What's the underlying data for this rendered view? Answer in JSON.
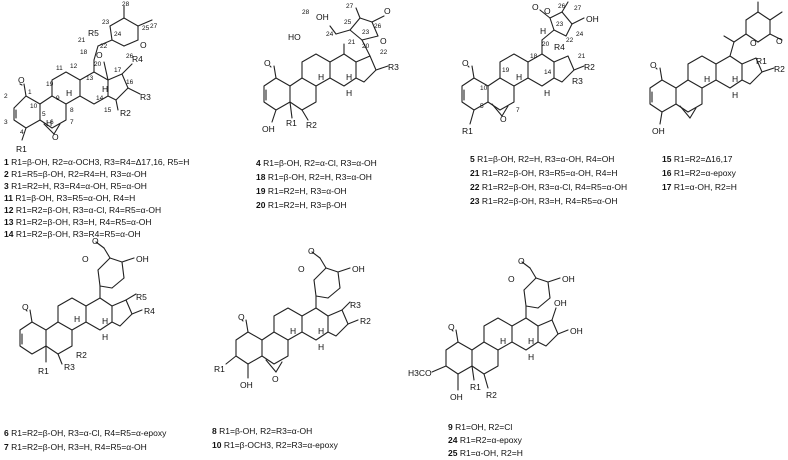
{
  "molecules": [
    {
      "id": "m1",
      "atom_labels": [
        "O",
        "O",
        "O",
        "R5",
        "R4",
        "R3",
        "R2",
        "R1",
        "O",
        "H",
        "H",
        "H"
      ],
      "locants": [
        "28",
        "23",
        "24",
        "25",
        "27",
        "21",
        "22",
        "26",
        "18",
        "20",
        "11",
        "12",
        "17",
        "19",
        "13",
        "16",
        "2",
        "1",
        "9",
        "14",
        "10",
        "8",
        "15",
        "3",
        "5",
        "4",
        "6",
        "7"
      ],
      "captions": [
        {
          "num": "1",
          "text": "R1=β-OH, R2=α-OCH3, R3=R4=Δ17,16, R5=H"
        },
        {
          "num": "2",
          "text": "R1=R5=β-OH, R2=R4=H, R3=α-OH"
        },
        {
          "num": "3",
          "text": "R1=R2=H, R3=R4=α-OH, R5=α-OH"
        },
        {
          "num": "11",
          "text": "R1=β-OH, R3=R5=α-OH, R4=H"
        },
        {
          "num": "12",
          "text": "R1=R2=β-OH, R3=α-Cl, R4=R5=α-OH"
        },
        {
          "num": "13",
          "text": "R1=R2=β-OH, R3=H, R4=R5=α-OH"
        },
        {
          "num": "14",
          "text": "R1=R2=β-OH, R3=R4=R5=α-OH"
        }
      ]
    },
    {
      "id": "m4",
      "atom_labels": [
        "OH",
        "HO",
        "O",
        "O",
        "O",
        "OH",
        "R3",
        "R1",
        "R2",
        "H",
        "H",
        "H"
      ],
      "locants": [
        "28",
        "27",
        "25",
        "26",
        "24",
        "23",
        "21",
        "20",
        "22"
      ],
      "captions": [
        {
          "num": "4",
          "text": "R1=β-OH, R2=α-Cl, R3=α-OH"
        },
        {
          "num": "18",
          "text": "R1=β-OH, R2=H, R3=α-OH"
        },
        {
          "num": "19",
          "text": "R1=R2=H, R3=α-OH"
        },
        {
          "num": "20",
          "text": "R1=R2=H, R3=β-OH"
        }
      ]
    },
    {
      "id": "m5",
      "atom_labels": [
        "O",
        "O",
        "OH",
        "O",
        "O",
        "R3",
        "R4",
        "R2",
        "R1",
        "H",
        "H",
        "H"
      ],
      "locants": [
        "26",
        "23",
        "27",
        "20",
        "24",
        "22",
        "21",
        "18",
        "19",
        "10",
        "14",
        "5",
        "7"
      ],
      "captions": [
        {
          "num": "5",
          "text": "R1=β-OH, R2=H, R3=α-OH, R4=OH"
        },
        {
          "num": "21",
          "text": "R1=R2=β-OH, R3=R5=α-OH, R4=H"
        },
        {
          "num": "22",
          "text": "R1=R2=β-OH, R3=α-Cl, R4=R5=α-OH"
        },
        {
          "num": "23",
          "text": "R1=R2=β-OH, R3=H, R4=R5=α-OH"
        }
      ]
    },
    {
      "id": "m15",
      "atom_labels": [
        "O",
        "O",
        "O",
        "R1",
        "R2",
        "OH",
        "H",
        "H",
        "H"
      ],
      "captions": [
        {
          "num": "15",
          "text": "R1=R2=Δ16,17"
        },
        {
          "num": "16",
          "text": "R1=R2=α-epoxy"
        },
        {
          "num": "17",
          "text": "R1=α-OH, R2=H"
        }
      ]
    },
    {
      "id": "m6",
      "atom_labels": [
        "O",
        "O",
        "OH",
        "O",
        "R5",
        "R4",
        "R1",
        "R3",
        "R2",
        "H",
        "H",
        "H"
      ],
      "captions": [
        {
          "num": "6",
          "text": "R1=R2=β-OH, R3=α-Cl, R4=R5=α-epoxy"
        },
        {
          "num": "7",
          "text": "R1=R2=β-OH, R3=H, R4=R5=α-OH"
        }
      ]
    },
    {
      "id": "m8",
      "atom_labels": [
        "O",
        "O",
        "OH",
        "O",
        "R3",
        "R2",
        "R1",
        "OH",
        "O",
        "H",
        "H",
        "H"
      ],
      "captions": [
        {
          "num": "8",
          "text": "R1=β-OH, R2=R3=α-OH"
        },
        {
          "num": "10",
          "text": "R1=β-OCH3, R2=R3=α-epoxy"
        }
      ]
    },
    {
      "id": "m9",
      "atom_labels": [
        "O",
        "O",
        "OH",
        "OH",
        "OH",
        "O",
        "H3CO",
        "OH",
        "R1",
        "R2",
        "H",
        "H",
        "H"
      ],
      "captions": [
        {
          "num": "9",
          "text": "R1=OH, R2=Cl"
        },
        {
          "num": "24",
          "text": "R1=R2=α-epoxy"
        },
        {
          "num": "25",
          "text": "R1=α-OH, R2=H"
        }
      ]
    }
  ]
}
